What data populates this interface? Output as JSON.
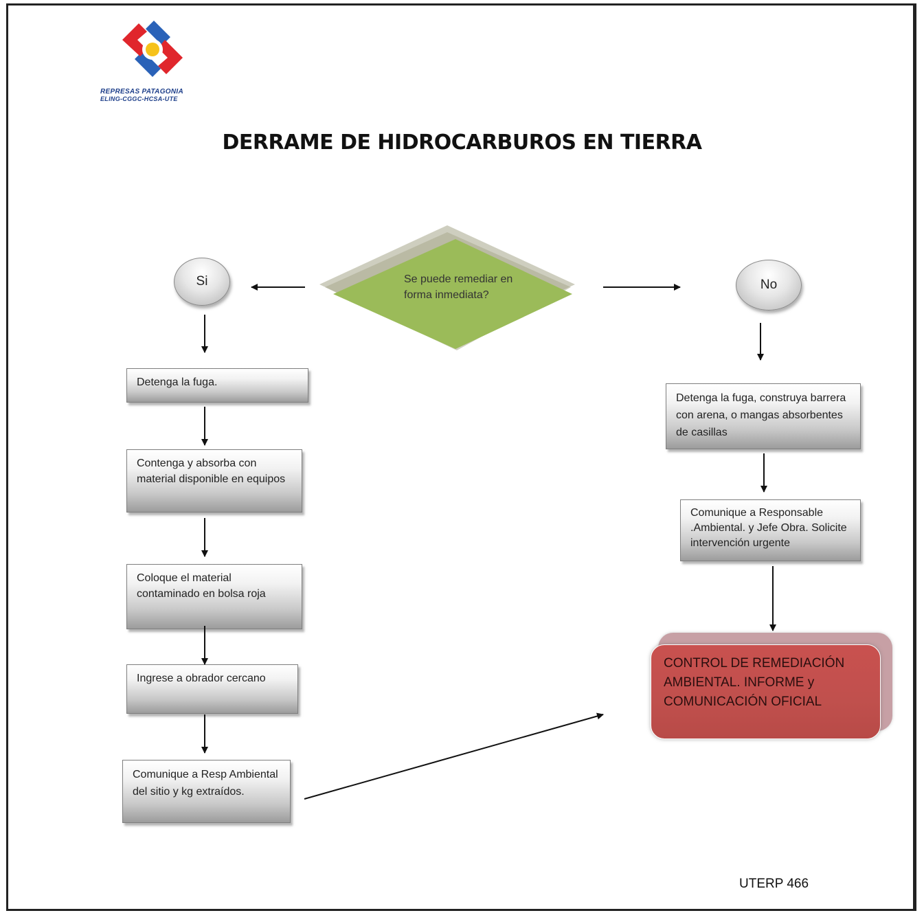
{
  "logo": {
    "line1": "REPRESAS PATAGONIA",
    "line2": "ELING-CGGC-HCSA-UTE",
    "colors": {
      "blue": "#2a62b8",
      "red": "#e0262c",
      "yellow": "#f6c21b"
    }
  },
  "title": "DERRAME DE HIDROCARBUROS EN TIERRA",
  "decision": {
    "text": "Se puede remediar en forma inmediata?",
    "color": "#9bbb59"
  },
  "yes_label": "Si",
  "no_label": "No",
  "yes_steps": [
    "Detenga la fuga.",
    "Contenga y absorba con material disponible en equipos",
    "Coloque el material contaminado en bolsa roja",
    "Ingrese a obrador cercano",
    "Comunique a Resp Ambiental del sitio  y kg extraídos."
  ],
  "no_steps": [
    "Detenga la fuga, construya barrera con arena, o mangas absorbentes de casillas",
    "Comunique a Responsable .Ambiental. y Jefe Obra. Solicite intervención urgente"
  ],
  "final_box": {
    "text": "CONTROL DE REMEDIACIÓN AMBIENTAL. INFORME y COMUNICACIÓN  OFICIAL",
    "color": "#c0504d"
  },
  "footer": "UTERP 466"
}
